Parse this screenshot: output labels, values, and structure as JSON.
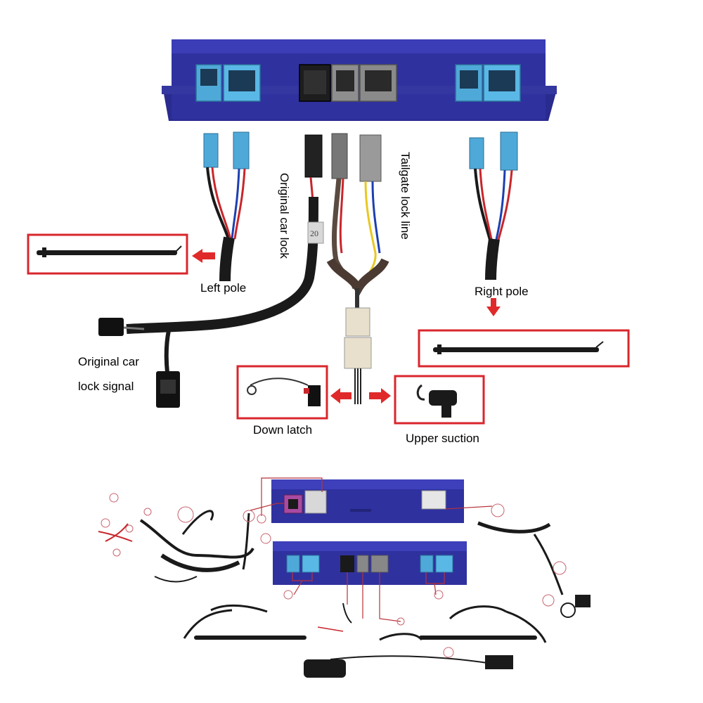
{
  "labels": {
    "original_car_lock": "Original car lock",
    "tailgate_lock_line": "Tailgate lock line",
    "left_pole": "Left pole",
    "right_pole": "Right pole",
    "original_car_lock_signal_line1": "Original car",
    "original_car_lock_signal_line2": "lock signal",
    "down_latch": "Down latch",
    "upper_suction": "Upper suction",
    "cable_tag": "20"
  },
  "colors": {
    "module_blue": "#2e2f9e",
    "module_blue_light": "#3b3fb8",
    "port_cyan": "#59b6e3",
    "port_gray": "#8a8a8a",
    "port_black": "#1c1c1c",
    "callout_red": "#d9262c",
    "arrow_red": "#e02a2a",
    "cable_black": "#1a1a1a"
  },
  "icons": [
    "arrow-left-icon",
    "arrow-right-icon",
    "arrow-down-icon"
  ]
}
